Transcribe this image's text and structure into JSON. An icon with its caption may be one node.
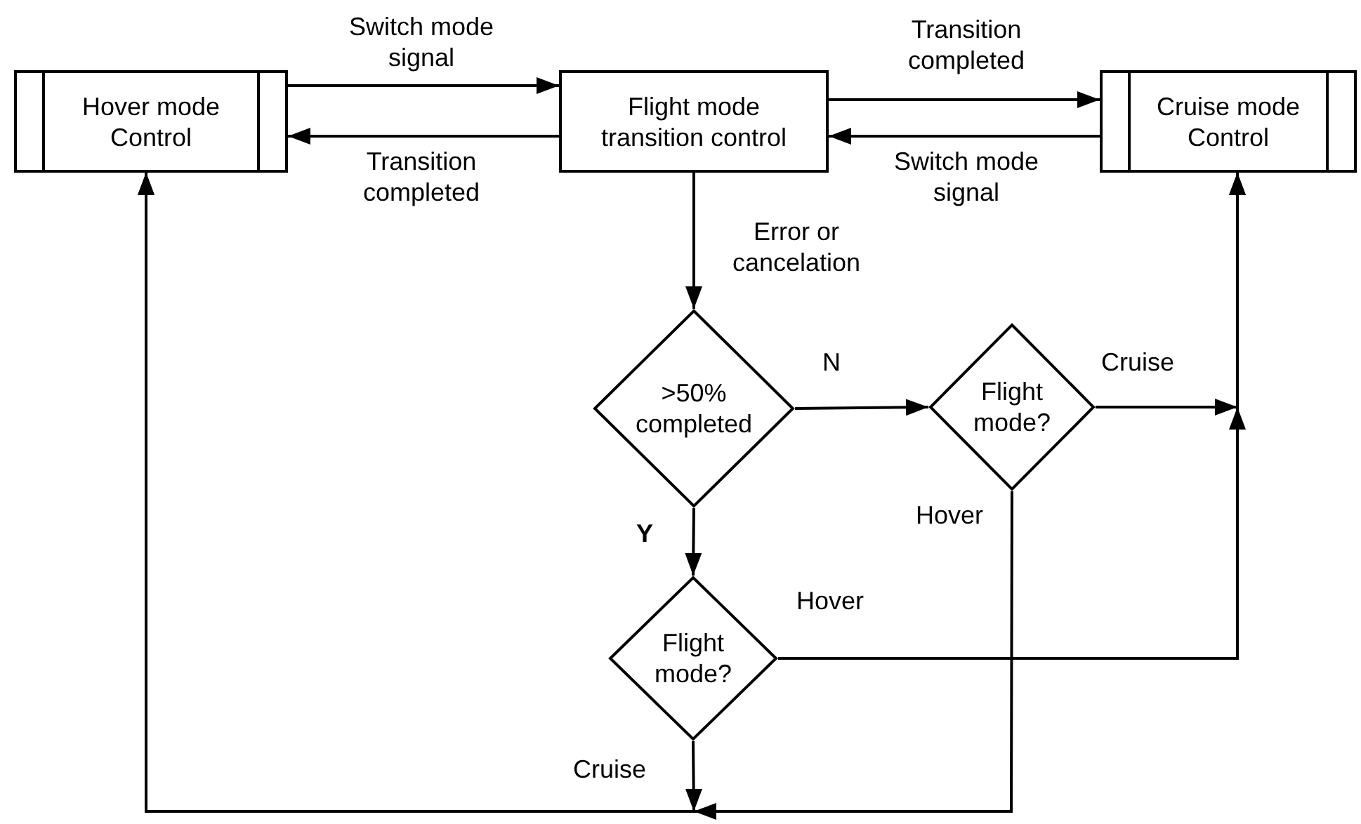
{
  "diagram": {
    "nodes": [
      {
        "text": [
          "Hover mode Control"
        ]
      },
      {
        "text": [
          "Flight mode transition control"
        ]
      },
      {
        "text": [
          "Cruise mode Control"
        ]
      },
      {
        "text": [
          ">50% completed"
        ]
      },
      {
        "text": [
          "Flight mode?"
        ]
      },
      {
        "text": [
          "Flight mode?"
        ]
      }
    ],
    "edges": [
      {
        "from": 0,
        "to": 1,
        "arrow": "to",
        "label": "Switch mode signal"
      },
      {
        "from": 1,
        "to": 0,
        "arrow": "to",
        "label": "Transition completed"
      },
      {
        "from": 1,
        "to": 2,
        "arrow": "to",
        "label": "Transition completed"
      },
      {
        "from": 2,
        "to": 1,
        "arrow": "to",
        "label": "Switch mode signal"
      },
      {
        "from": 1,
        "to": 3,
        "arrow": "to",
        "label": "Error or cancelation"
      },
      {
        "from": 3,
        "to": 4,
        "arrow": "to",
        "label": "N"
      },
      {
        "from": 3,
        "to": 5,
        "arrow": "to",
        "label": "Y"
      },
      {
        "from": 4,
        "to": 2,
        "arrow": "to",
        "label": "Cruise"
      },
      {
        "from": 4,
        "to": 0,
        "arrow": "to",
        "label": "Hover"
      },
      {
        "from": 5,
        "to": 2,
        "arrow": "to",
        "label": "Hover"
      },
      {
        "from": 5,
        "to": 0,
        "arrow": "to",
        "label": "Cruise"
      }
    ]
  }
}
